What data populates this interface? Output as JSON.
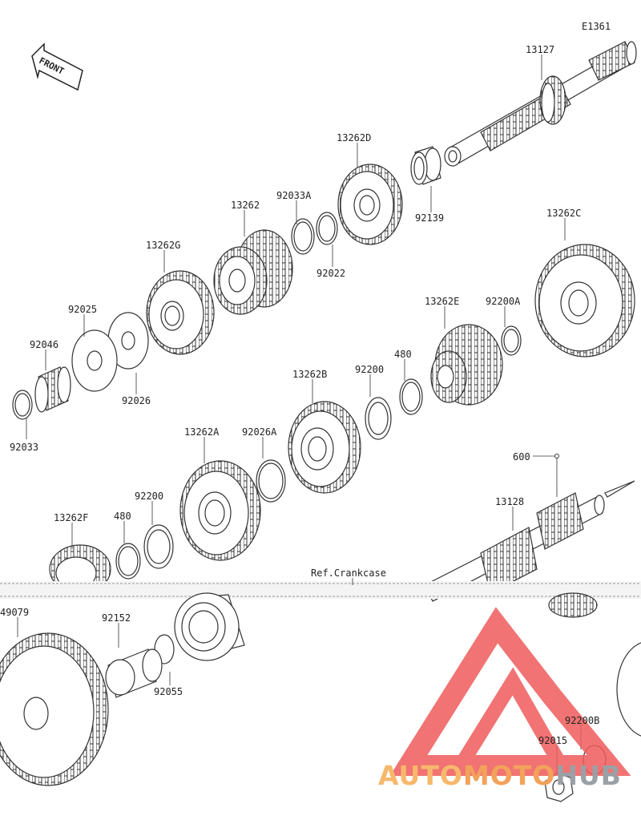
{
  "diagram": {
    "code": "E1361",
    "front_label": "FRONT",
    "ref_note": "Ref.Crankcase",
    "parts": {
      "p13127": "13127",
      "p13262D": "13262D",
      "p92033A": "92033A",
      "p13262": "13262",
      "p13262G": "13262G",
      "p92139": "92139",
      "p92022": "92022",
      "p13262C": "13262C",
      "p92025": "92025",
      "p92046": "92046",
      "p92026": "92026",
      "p92033": "92033",
      "p13262E": "13262E",
      "p92200A": "92200A",
      "p480a": "480",
      "p13262B": "13262B",
      "p92200a": "92200",
      "p13262A": "13262A",
      "p92026A": "92026A",
      "p600": "600",
      "p13128": "13128",
      "p92200b": "92200",
      "p13262F": "13262F",
      "p480b": "480",
      "p49079": "49079",
      "p92152": "92152",
      "p92055": "92055",
      "p92200B": "92200B",
      "p92015": "92015"
    }
  },
  "watermark": {
    "part1": "AUTO",
    "part2": "MOTO",
    "part3": "HUB",
    "colors": {
      "triangle": "#ef5b5b",
      "text1": "#f7b86c",
      "text2": "#f2a25a",
      "text3": "#9aa0a6"
    }
  }
}
